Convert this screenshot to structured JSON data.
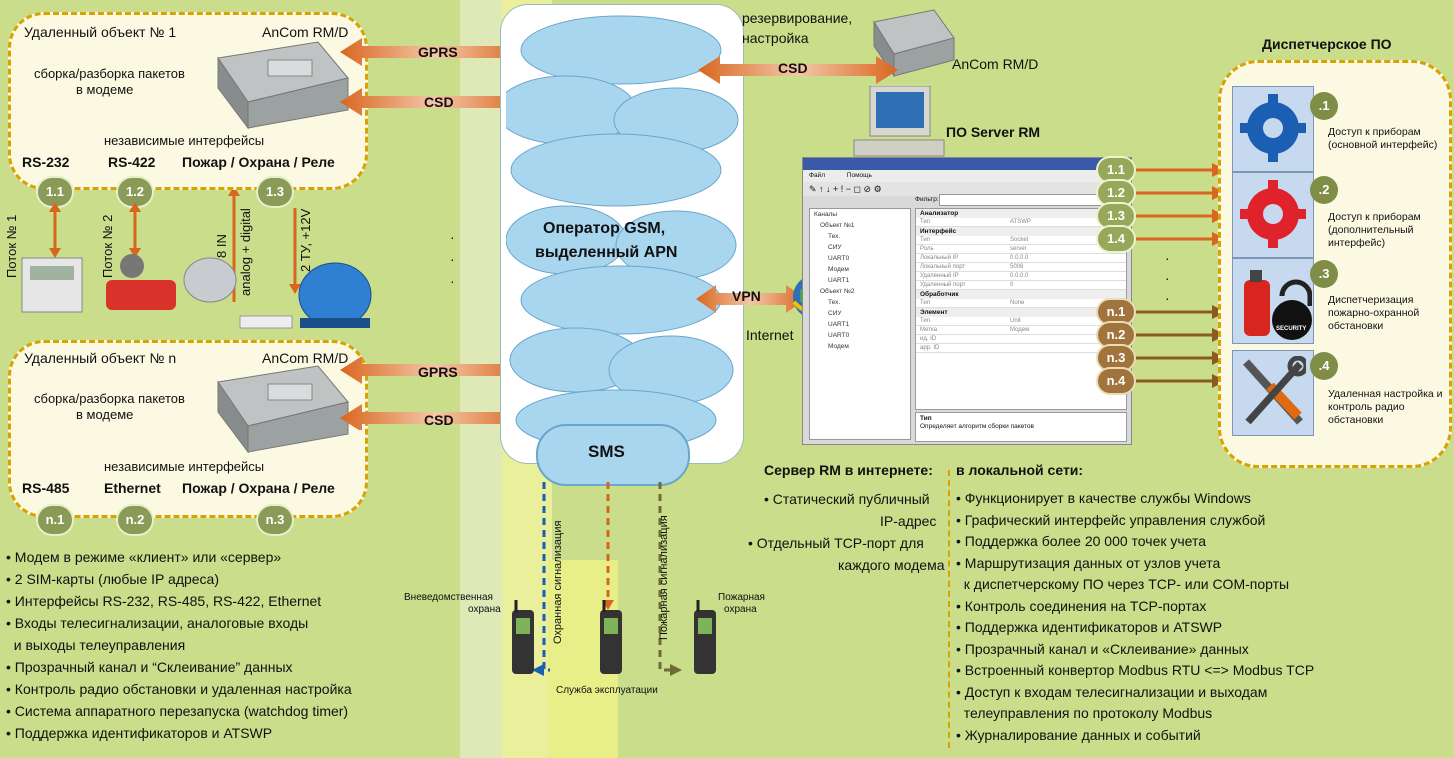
{
  "colors": {
    "bg": "#c9dd8a",
    "dashed": "#d8a300",
    "arrow": "#d9661f",
    "badge": "#8a9b57",
    "cloud": "#a9d6ef",
    "tile": "#c6d9ee"
  },
  "obj1": {
    "title": "Удаленный объект № 1",
    "model": "AnCom RM/D",
    "packets": "сборка/разборка пакетов",
    "packets2": "в модеме",
    "ifaces": "независимые интерфейсы",
    "if1": "RS-232",
    "if2": "RS-422",
    "if3": "Пожар / Охрана / Реле",
    "b1": "1.1",
    "b2": "1.2",
    "b3": "1.3"
  },
  "objn": {
    "title": "Удаленный объект № n",
    "model": "AnCom RM/D",
    "packets": "сборка/разборка пакетов",
    "packets2": "в модеме",
    "ifaces": "независимые интерфейсы",
    "if1": "RS-485",
    "if2": "Ethernet",
    "if3": "Пожар / Охрана / Реле",
    "b1": "n.1",
    "b2": "n.2",
    "b3": "n.3"
  },
  "vert": {
    "flow1": "Поток № 1",
    "flow2": "Поток № 2",
    "in8": "8 IN",
    "analog": "analog + digital",
    "ty": "2 ТУ, +12V"
  },
  "links": {
    "gprs1": "GPRS",
    "csd1": "CSD",
    "gprs2": "GPRS",
    "csd2": "CSD",
    "csd_top": "CSD",
    "vpn": "VPN",
    "internet": "Internet"
  },
  "cloud": {
    "title": "Оператор GSM,",
    "title2": "выделенный APN",
    "sms": "SMS",
    "dots": "· · ·"
  },
  "reserve": {
    "line1": "резервирование,",
    "line2": "настройка",
    "model": "AnCom RM/D"
  },
  "server": {
    "title": "ПО Server RM"
  },
  "disp": {
    "title": "Диспетчерское ПО",
    "items": [
      {
        "num": ".1",
        "text": "Доступ к приборам (основной интерфейс)"
      },
      {
        "num": ".2",
        "text": "Доступ к приборам (дополнительный интерфейс)"
      },
      {
        "num": ".3",
        "text": "Диспетчеризация пожарно-охранной обстановки"
      },
      {
        "num": ".4",
        "text": "Удаленная настройка и контроль радио обстановки"
      }
    ],
    "security": "SECURITY"
  },
  "channels": {
    "a": [
      "1.1",
      "1.2",
      "1.3",
      "1.4"
    ],
    "b": [
      "n.1",
      "n.2",
      "n.3",
      "n.4"
    ]
  },
  "features_left": [
    "• Модем в режиме «клиент» или «сервер»",
    "• 2 SIM-карты (любые IP адреса)",
    "• Интерфейсы RS-232, RS-485, RS-422, Ethernet",
    "• Входы телесигнализации, аналоговые входы",
    "  и выходы телеуправления",
    "• Прозрачный канал и “Склеивание” данных",
    "• Контроль радио обстановки и удаленная настройка",
    "• Система аппаратного перезапуска (watchdog timer)",
    "• Поддержка идентификаторов и ATSWP"
  ],
  "phones": {
    "left": "Вневедомственная",
    "left2": "охрана",
    "right": "Пожарная",
    "right2": "охрана",
    "bottom": "Служба эксплуатации",
    "alarm1": "Охранная сигнализация",
    "alarm2": "Пожарная сигнализация"
  },
  "srv_inet": {
    "title": "Сервер RM в интернете:",
    "l1": "• Статический публичный",
    "l2": "IP-адрес",
    "l3": "• Отдельный TCP-порт для",
    "l4": "каждого модема"
  },
  "srv_lan": {
    "title": "в локальной сети:",
    "items": [
      "• Функционирует в качестве службы Windows",
      "• Графический интерфейс управления службой",
      "• Поддержка более 20 000 точек учета",
      "• Маршрутизация данных от узлов учета",
      "  к диспетчерскому ПО через TCP- или COM-порты",
      "• Контроль соединения на TCP-портах",
      "• Поддержка идентификаторов и ATSWP",
      "• Прозрачный канал и «Склеивание» данных",
      "• Встроенный конвертор Modbus RTU <=> Modbus TCP",
      "• Доступ к входам телесигнализации и выходам",
      "  телеуправления по протоколу Modbus",
      "• Журналирование данных и событий"
    ]
  },
  "win": {
    "menu1": "Файл",
    "menu2": "Помощь",
    "filter": "Фильтр:",
    "tree": [
      "Каналы",
      "Объект №1",
      "Тех.",
      "СИУ",
      "UART0",
      "Модем",
      "UART1",
      "Объект №2",
      "Тех.",
      "СИУ",
      "UART1",
      "UART0",
      "Модем"
    ],
    "props": [
      {
        "s": "Анализатор"
      },
      {
        "k": "Тип",
        "v": "ATSWP"
      },
      {
        "s": "Интерфейс"
      },
      {
        "k": "Тип",
        "v": "Socket"
      },
      {
        "k": "Роль",
        "v": "server"
      },
      {
        "k": "Локальный IP",
        "v": "0.0.0.0"
      },
      {
        "k": "Локальный порт",
        "v": "5008"
      },
      {
        "k": "Удаленный IP",
        "v": "0.0.0.0"
      },
      {
        "k": "Удаленный порт",
        "v": "0"
      },
      {
        "s": "Обработчик"
      },
      {
        "k": "Тип",
        "v": "None"
      },
      {
        "s": "Элемент"
      },
      {
        "k": "Тип",
        "v": "Unit"
      },
      {
        "k": "Метка",
        "v": "Модем"
      },
      {
        "k": "ид. ID",
        "v": ""
      },
      {
        "k": "app. ID",
        "v": ""
      }
    ],
    "foot1": "Тип",
    "foot2": "Определяет алгоритм сборки пакетов"
  }
}
